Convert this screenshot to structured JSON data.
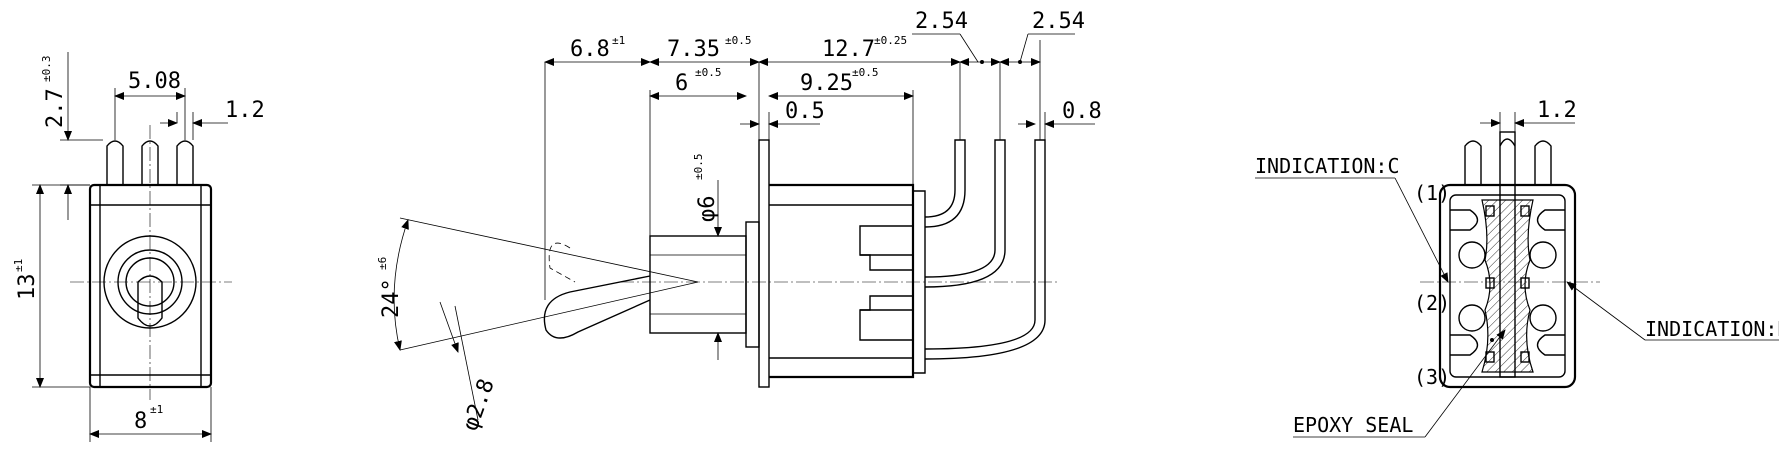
{
  "dimensions": {
    "front": {
      "pin_pitch": "5.08",
      "pin_width": "1.2",
      "pin_height": "2.7",
      "pin_height_tol": "±0.3",
      "body_height": "13",
      "body_height_tol": "±1",
      "body_width": "8",
      "body_width_tol": "±1"
    },
    "side": {
      "lever_len": "6.8",
      "lever_len_tol": "±1",
      "bushing_len": "7.35",
      "bushing_len_tol": "±0.5",
      "bushing_thread": "6",
      "bushing_thread_tol": "±0.5",
      "body_to_term": "12.7",
      "body_to_term_tol": "±0.25",
      "body_len": "9.25",
      "body_len_tol": "±0.5",
      "flange": "0.5",
      "term_pitch_1": "2.54",
      "term_pitch_2": "2.54",
      "term_width": "0.8",
      "bushing_dia": "φ6",
      "bushing_dia_tol": "±0.5",
      "angle": "24°",
      "angle_tol": "±6",
      "lever_dia": "φ2.8"
    },
    "back": {
      "pin_width": "1.2"
    }
  },
  "labels": {
    "indication_c": "INDICATION:C",
    "indication_d": "INDICATION:D",
    "epoxy_seal": "EPOXY SEAL",
    "pos_1": "(1)",
    "pos_2": "(2)",
    "pos_3": "(3)"
  }
}
